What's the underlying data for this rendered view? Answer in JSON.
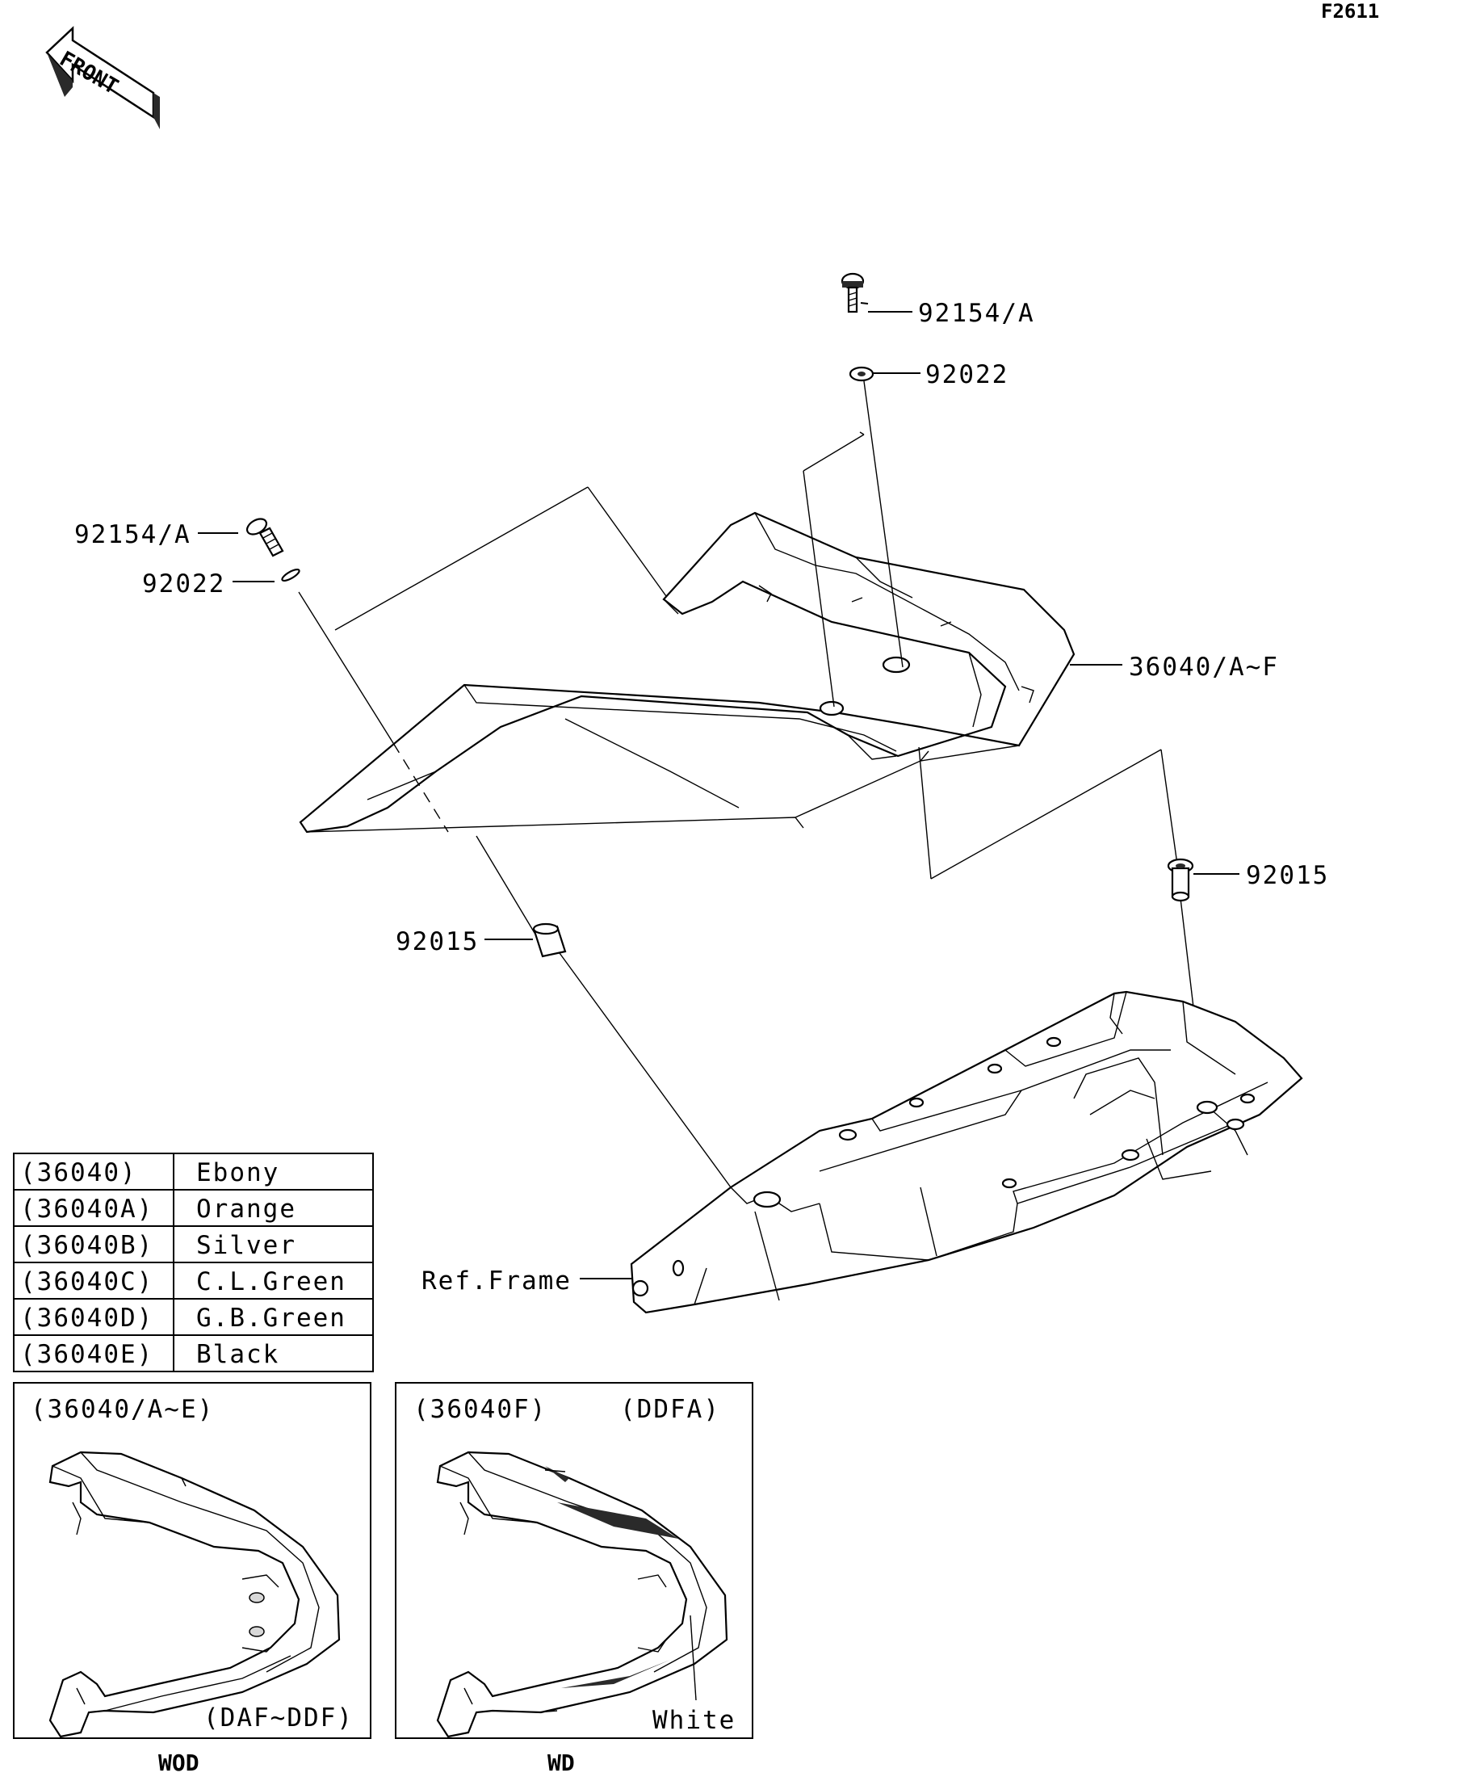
{
  "figure_code": "F2611",
  "front_label": "FRONT",
  "callouts": {
    "bolt_top": "92154/A",
    "washer_top": "92022",
    "bolt_left": "92154/A",
    "washer_left": "92022",
    "cover": "36040/A~F",
    "collar_right": "92015",
    "collar_left": "92015",
    "frame": "Ref.Frame"
  },
  "color_table": {
    "rows": [
      {
        "code": "(36040)",
        "color": "Ebony"
      },
      {
        "code": "(36040A)",
        "color": "Orange"
      },
      {
        "code": "(36040B)",
        "color": "Silver"
      },
      {
        "code": "(36040C)",
        "color": "C.L.Green"
      },
      {
        "code": "(36040D)",
        "color": "G.B.Green"
      },
      {
        "code": "(36040E)",
        "color": "Black"
      }
    ]
  },
  "variants": [
    {
      "header": "(36040/A~E)",
      "note": "(DAF~DDF)",
      "caption": "WOD"
    },
    {
      "header": "(36040F)",
      "tag": "(DDFA)",
      "note": "White",
      "caption": "WD"
    }
  ]
}
